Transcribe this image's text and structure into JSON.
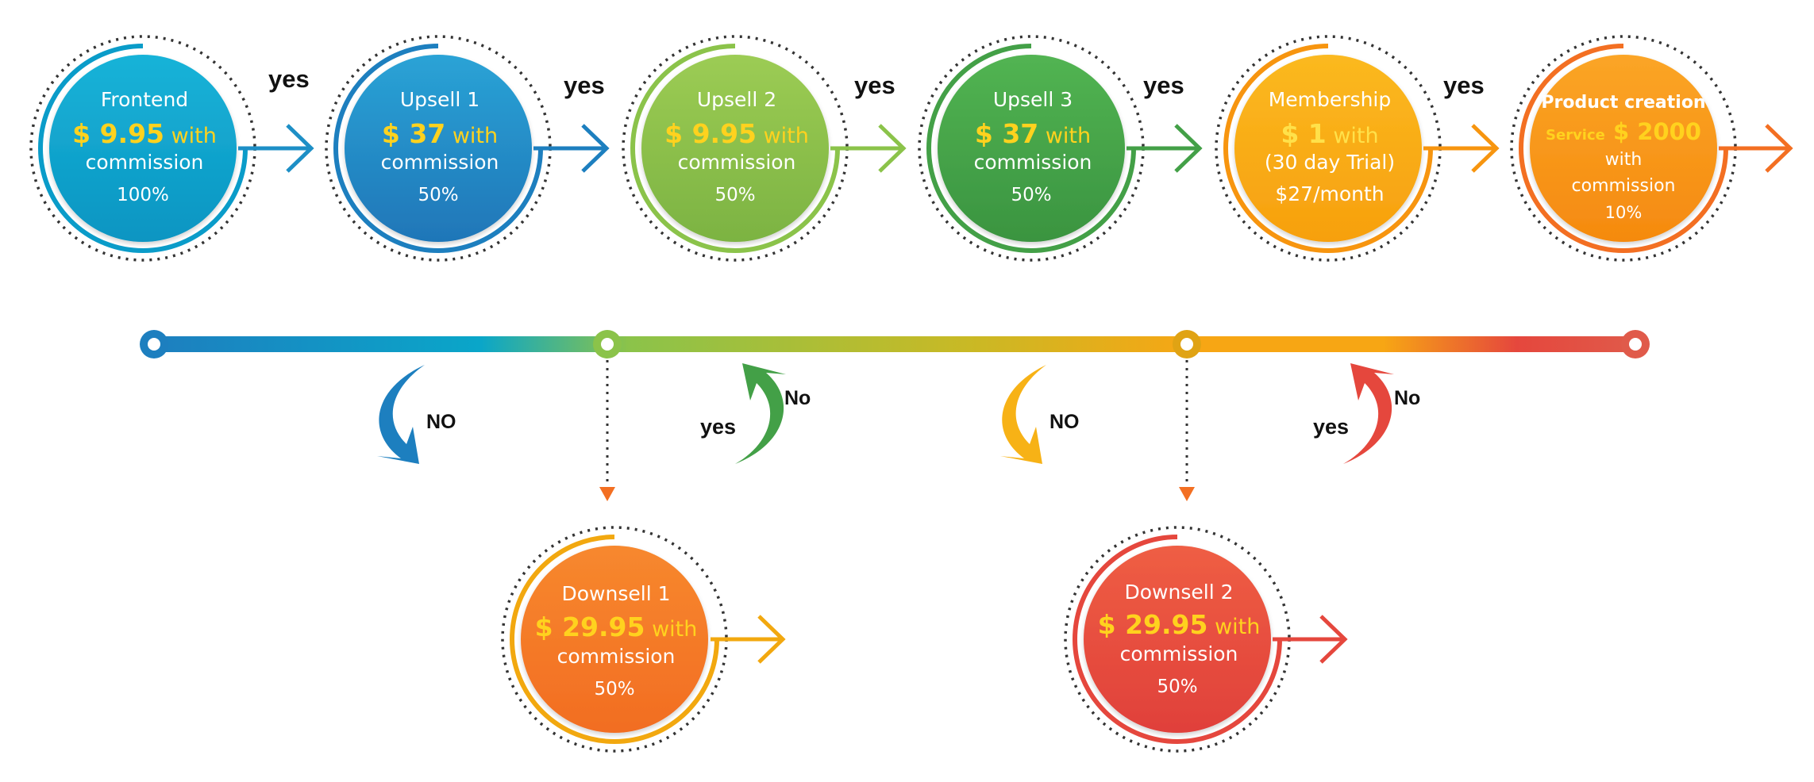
{
  "colors": {
    "blue": "#0a9cc9",
    "blue_dark": "#1d7fbf",
    "green_light": "#8bc34a",
    "green": "#43a047",
    "orange": "#f7a614",
    "orange_deep": "#f57f17",
    "red": "#e5473d",
    "price_yellow": "#ffd21e"
  },
  "steps": [
    {
      "title": "Frontend",
      "price": "$ 9.95",
      "with": " with",
      "line1": "commission",
      "line2": "100%"
    },
    {
      "title": "Upsell 1",
      "price": "$ 37",
      "with": " with",
      "line1": "commission",
      "line2": "50%"
    },
    {
      "title": "Upsell 2",
      "price": "$ 9.95",
      "with": " with",
      "line1": "commission",
      "line2": "50%"
    },
    {
      "title": "Upsell 3",
      "price": "$ 37",
      "with": " with",
      "line1": "commission",
      "line2": "50%"
    },
    {
      "title": "Membership",
      "price": "$ 1",
      "with": " with",
      "line1": "(30 day Trial)",
      "line2": "$27/month"
    },
    {
      "title": "Product creation",
      "prefix": "Service",
      "price": "$ 2000",
      "line1": "with",
      "line2": "commission",
      "line3": "10%"
    }
  ],
  "downsells": [
    {
      "title": "Downsell 1",
      "price": "$ 29.95",
      "with": " with",
      "line1": "commission",
      "line2": "50%"
    },
    {
      "title": "Downsell 2",
      "price": "$ 29.95",
      "with": " with",
      "line1": "commission",
      "line2": "50%"
    }
  ],
  "connector_labels": {
    "yes": [
      "yes",
      "yes",
      "yes",
      "yes",
      "yes"
    ],
    "no_down": [
      "NO",
      "NO"
    ],
    "back_yes": [
      "yes",
      "yes"
    ],
    "back_no": [
      "No",
      "No"
    ]
  }
}
